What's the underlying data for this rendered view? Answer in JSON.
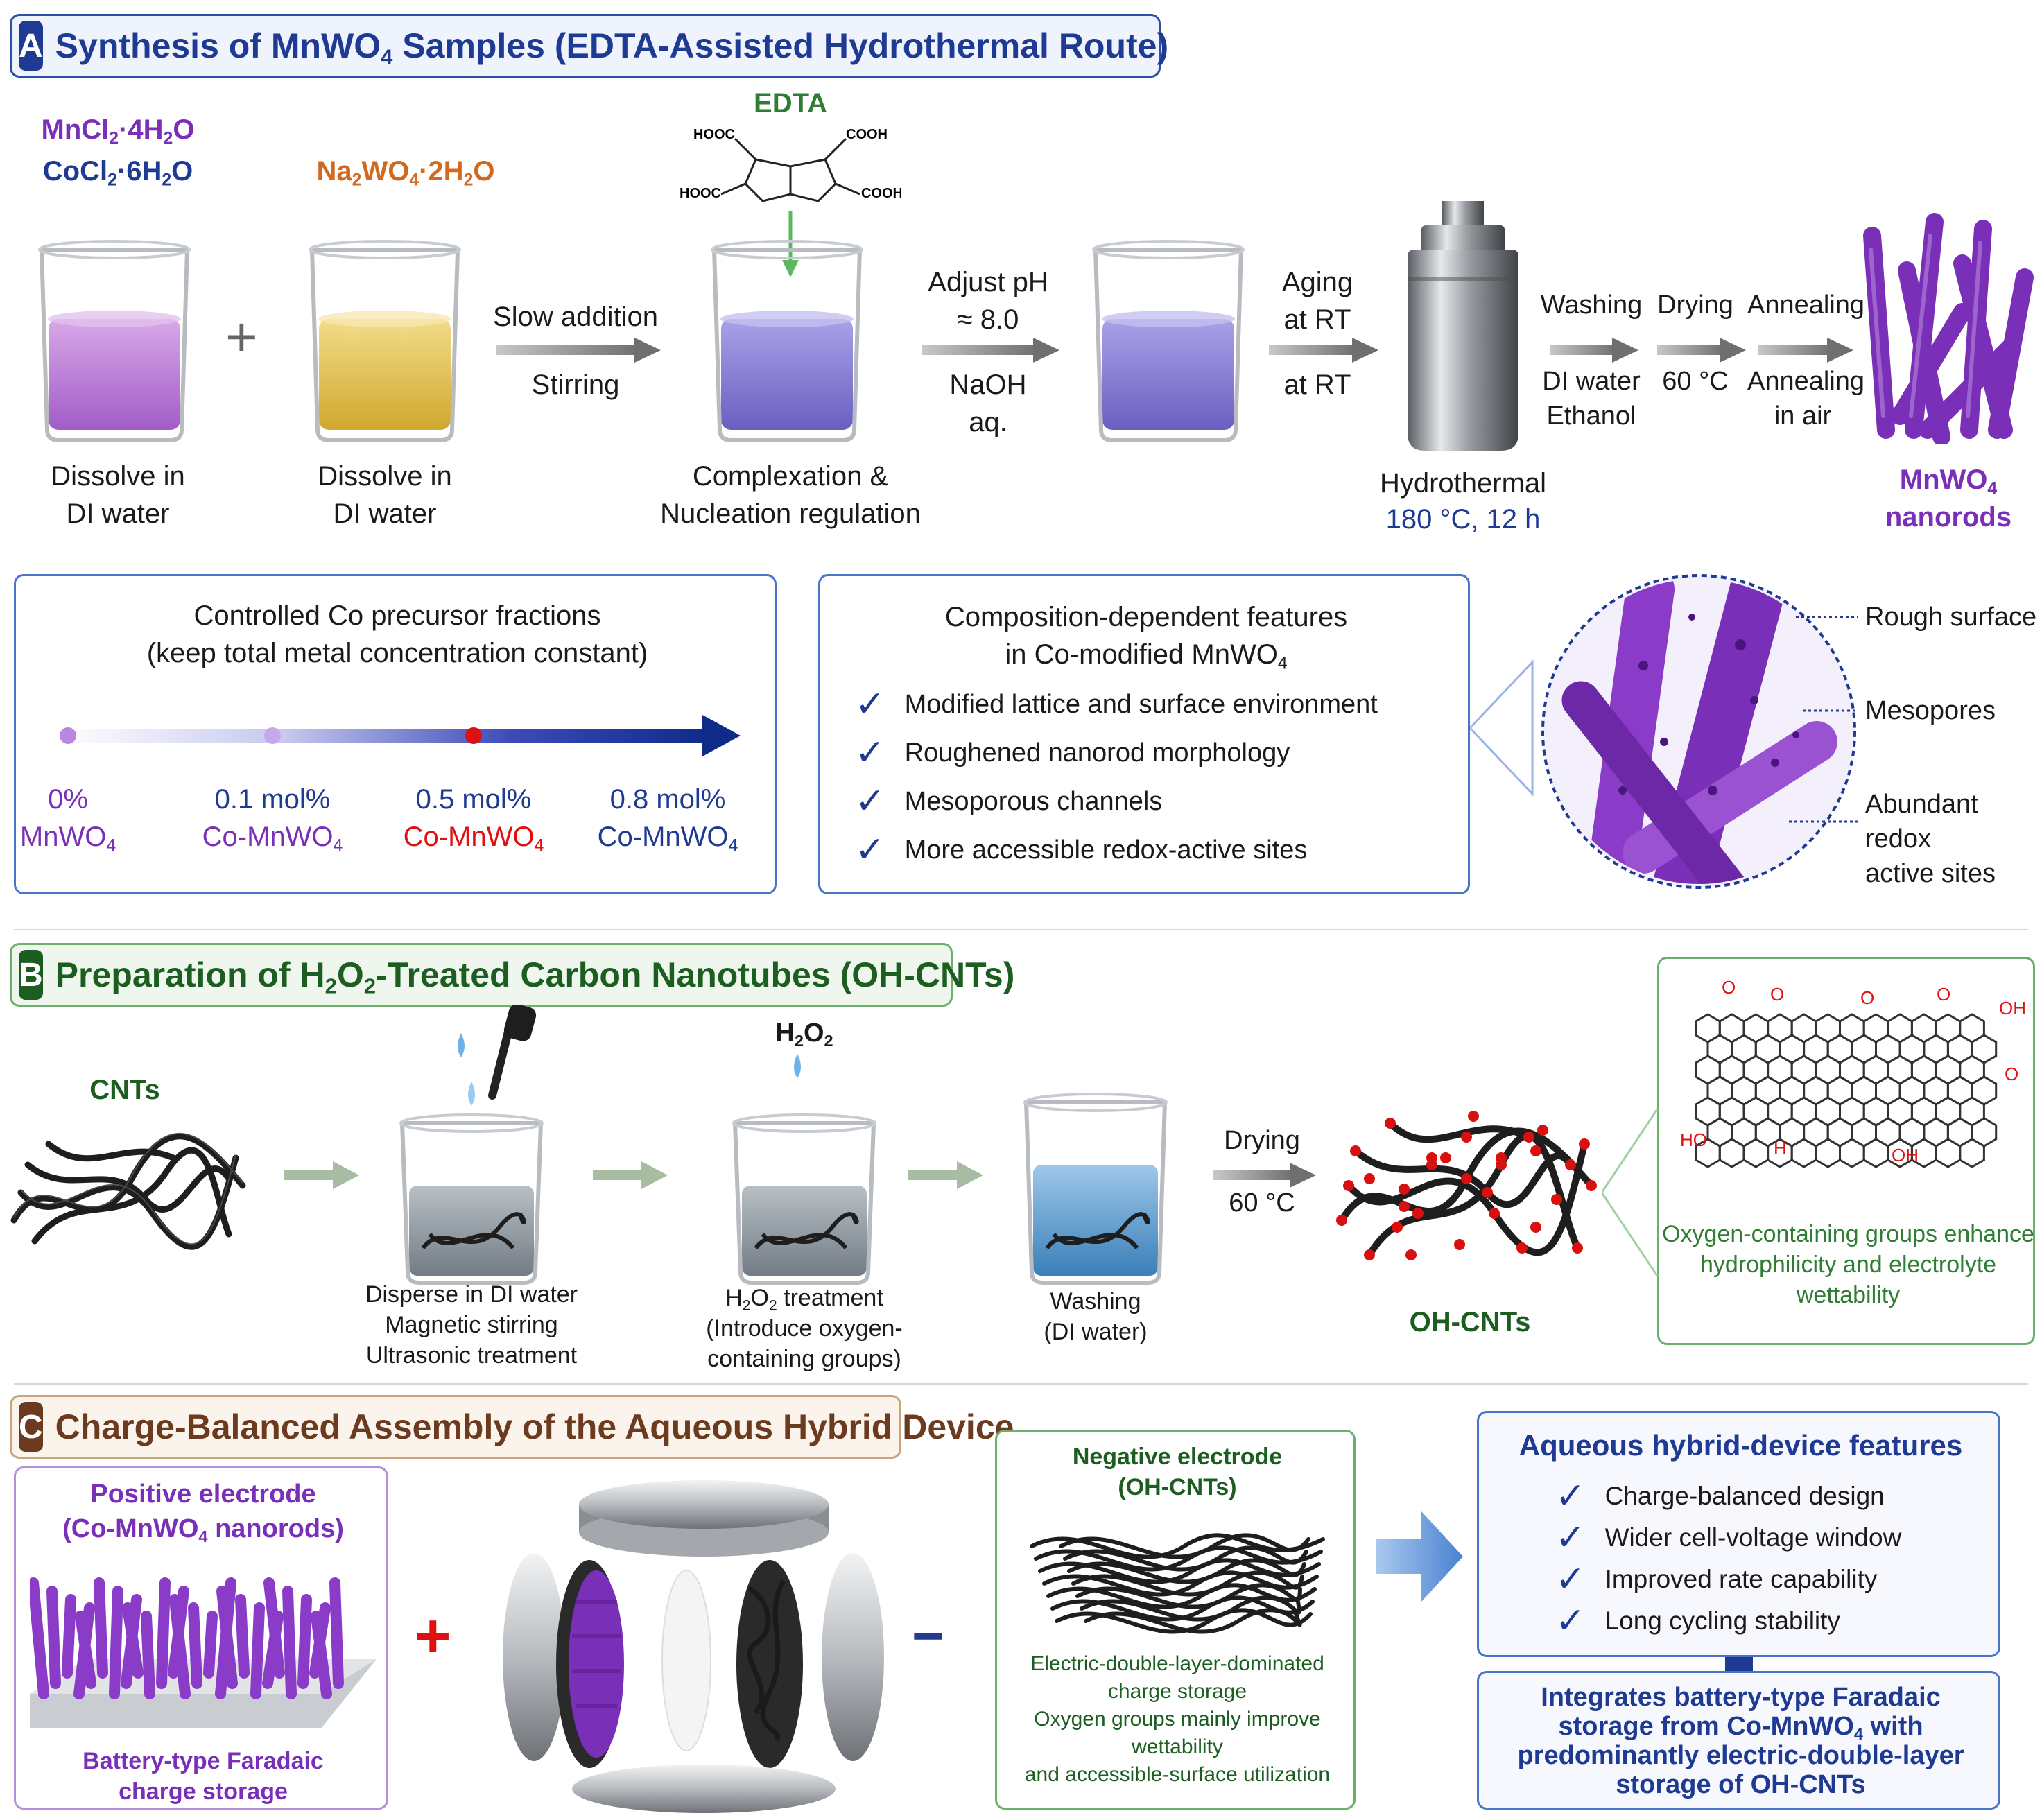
{
  "section_a": {
    "letter": "A",
    "title_pre": "Synthesis of MnWO",
    "title_sub": "4",
    "title_post": " Samples (EDTA-Assisted Hydrothermal Route)",
    "reagent_mn_pre": "MnCl",
    "reagent_mn_sub": "2",
    "reagent_mn_mid": "·4H",
    "reagent_mn_sub2": "2",
    "reagent_mn_post": "O",
    "reagent_co_pre": "CoCl",
    "reagent_co_sub": "2",
    "reagent_co_mid": "·6H",
    "reagent_co_sub2": "2",
    "reagent_co_post": "O",
    "reagent_w_pre": "Na",
    "reagent_w_sub": "2",
    "reagent_w_mid": "WO",
    "reagent_w_sub2": "4",
    "reagent_w_mid2": "·2H",
    "reagent_w_sub3": "2",
    "reagent_w_post": "O",
    "edta_label": "EDTA",
    "edta_groups": [
      "HOOC",
      "COOH",
      "HOOC",
      "COOH"
    ],
    "plus": "+",
    "beaker1_caption": [
      "Dissolve in",
      "DI water"
    ],
    "beaker2_caption": [
      "Dissolve in",
      "DI water"
    ],
    "arrow1_top": "Slow addition",
    "arrow1_bottom": "Stirring",
    "beaker3_caption": [
      "Complexation &",
      "Nucleation regulation"
    ],
    "arrow2_top": [
      "Adjust pH",
      "≈ 8.0"
    ],
    "arrow2_bottom": [
      "NaOH",
      "aq."
    ],
    "arrow3_top": [
      "Aging",
      "at RT"
    ],
    "arrow3_bottom": "at RT",
    "autoclave_caption": "Hydrothermal",
    "autoclave_condition": "180 °C, 12 h",
    "step_washing": "Washing",
    "step_washing_detail": [
      "DI water",
      "Ethanol"
    ],
    "step_drying": "Drying",
    "step_drying_detail": "60 °C",
    "step_annealing": "Annealing",
    "step_annealing_detail": [
      "Annealing",
      "in air"
    ],
    "product_pre": "MnWO",
    "product_sub": "4",
    "product_post": "nanorods",
    "fractions_title": [
      "Controlled Co precursor fractions",
      "(keep total metal concentration constant)"
    ],
    "fractions": [
      {
        "value": "0%",
        "name_pre": "MnWO",
        "name_sub": "4",
        "fraction": 0.0
      },
      {
        "value": "0.1 mol%",
        "name_pre": "Co-MnWO",
        "name_sub": "4",
        "fraction": 0.1
      },
      {
        "value": "0.5 mol%",
        "name_pre": "Co-MnWO",
        "name_sub": "4",
        "fraction": 0.5
      },
      {
        "value": "0.8 mol%",
        "name_pre": "Co-MnWO",
        "name_sub": "4",
        "fraction": 0.8
      }
    ],
    "features_title_1": "Composition-dependent features",
    "features_title_2_pre": "in Co-modified MnWO",
    "features_title_2_sub": "4",
    "features": [
      "Modified lattice and surface environment",
      "Roughened nanorod morphology",
      "Mesoporous channels",
      "More accessible redox-active sites"
    ],
    "zoom_labels": [
      "Rough surface",
      "Mesopores",
      "Abundant redox",
      "active sites"
    ]
  },
  "section_b": {
    "letter": "B",
    "title_pre": "Preparation of H",
    "title_sub": "2",
    "title_mid": "O",
    "title_sub2": "2",
    "title_post": "-Treated Carbon Nanotubes (OH-CNTs)",
    "cnts_label": "CNTs",
    "step1_caption": [
      "Disperse in DI water",
      "Magnetic stirring",
      "Ultrasonic treatment"
    ],
    "h2o2_pre": "H",
    "h2o2_sub": "2",
    "h2o2_mid": "O",
    "h2o2_sub2": "2",
    "step2_caption_pre": "H",
    "step2_caption_sub": "2",
    "step2_caption_mid": "O",
    "step2_caption_sub2": "2",
    "step2_caption_post": " treatment",
    "step2_caption_rest": [
      "(Introduce oxygen-",
      "containing groups)"
    ],
    "step3_caption": [
      "Washing",
      "(DI water)"
    ],
    "drying_top": "Drying",
    "drying_bottom": "60 °C",
    "product_label": "OH-CNTs",
    "graphene_labels": [
      "O",
      "O",
      "O",
      "O",
      "OH",
      "O",
      "HO",
      "OH",
      "H"
    ],
    "inset_caption": [
      "Oxygen-containing groups enhance",
      "hydrophilicity and electrolyte",
      "wettability"
    ]
  },
  "section_c": {
    "letter": "C",
    "title": "Charge-Balanced Assembly of the Aqueous Hybrid Device",
    "positive_title_1": "Positive electrode",
    "positive_title_2_pre": "(Co-MnWO",
    "positive_title_2_sub": "4",
    "positive_title_2_post": " nanorods)",
    "positive_caption": [
      "Battery-type Faradaic",
      "charge storage"
    ],
    "plus": "+",
    "minus": "−",
    "negative_title": [
      "Negative electrode",
      "(OH-CNTs)"
    ],
    "negative_caption": [
      "Electric-double-layer-dominated",
      "charge storage",
      "Oxygen groups mainly improve wettability",
      "and accessible-surface utilization"
    ],
    "features_title": "Aqueous hybrid-device features",
    "features": [
      "Charge-balanced design",
      "Wider cell-voltage window",
      "Improved rate capability",
      "Long cycling stability"
    ],
    "summary_1": "Integrates battery-type Faradaic",
    "summary_2_pre": "storage from Co-MnWO",
    "summary_2_sub": "4",
    "summary_2_post": " with",
    "summary_3": "predominantly electric-double-layer",
    "summary_4": "storage of OH-CNTs"
  },
  "colors": {
    "navy": "#1f3a93",
    "purple": "#7a2fb8",
    "orange": "#d2691e",
    "green": "#2e7d32",
    "red": "#e01010",
    "brown": "#6b3a1f"
  }
}
